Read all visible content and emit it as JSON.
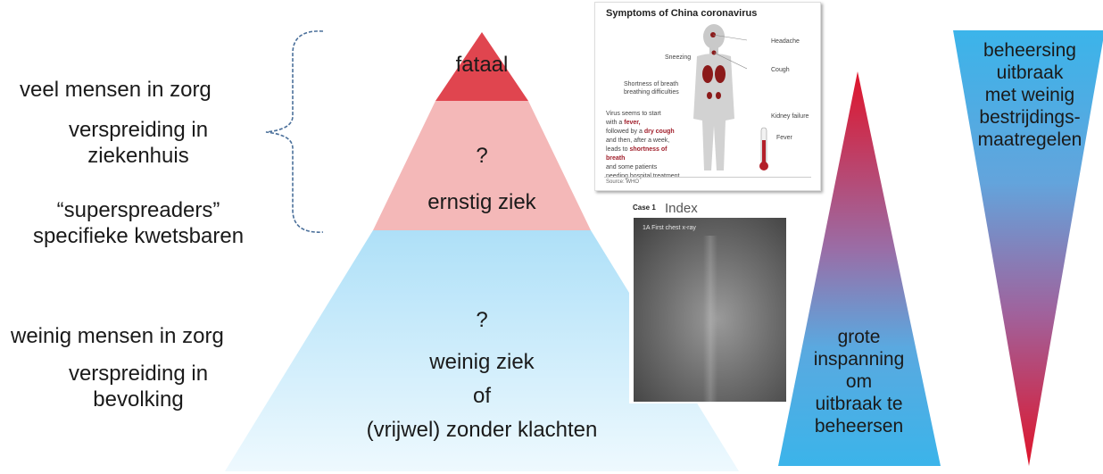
{
  "left_top": {
    "line1": "veel  mensen in zorg",
    "line2": "verspreiding in",
    "line3": "ziekenhuis",
    "line4": "“superspreaders”",
    "line5": "specifieke kwetsbaren"
  },
  "left_bottom": {
    "line1": "weinig mensen in zorg",
    "line2": "verspreiding in",
    "line3": "bevolking"
  },
  "pyramid": {
    "top": "fataal",
    "middle_q": "?",
    "middle": "ernstig ziek",
    "bottom_q": "?",
    "bottom1": "weinig ziek",
    "bottom2": "of",
    "bottom3": "(vrijwel) zonder klachten"
  },
  "symptoms_inset": {
    "title": "Symptoms of China coronavirus",
    "labels": {
      "headache": "Headache",
      "sneezing": "Sneezing",
      "cough": "Cough",
      "breath1": "Shortness of breath",
      "breath2": "breathing difficulties",
      "kidney": "Kidney failure",
      "fever": "Fever"
    },
    "desc": {
      "l1": "Virus seems to start",
      "l2a": "with a ",
      "l2b": "fever,",
      "l3a": "followed by a ",
      "l3b": "dry cough",
      "l4": "and then, after a week,",
      "l5a": "leads to ",
      "l5b": "shortness of breath",
      "l6": "and some patients",
      "l7": "needing hospital treatment"
    },
    "source": "Source: WHO"
  },
  "xray_inset": {
    "case": "Case 1",
    "title": "Index",
    "caption": "1A First chest x-ray"
  },
  "up_triangle": {
    "l1": "grote",
    "l2": "inspanning",
    "l3": "om",
    "l4": "uitbraak te",
    "l5": "beheersen"
  },
  "down_triangle": {
    "l1": "beheersing",
    "l2": "uitbraak",
    "l3": "met weinig",
    "l4": "bestrijdings-",
    "l5": "maatregelen"
  },
  "colors": {
    "pyramid_top": "#e0454f",
    "pyramid_mid": "#f4b8b8",
    "pyramid_bottom_top": "#aee0f8",
    "pyramid_bottom_bottom": "#eaf7fd",
    "gradient_red": "#e0142a",
    "gradient_blue": "#3bb4ea",
    "brace": "#4a6f9a"
  }
}
